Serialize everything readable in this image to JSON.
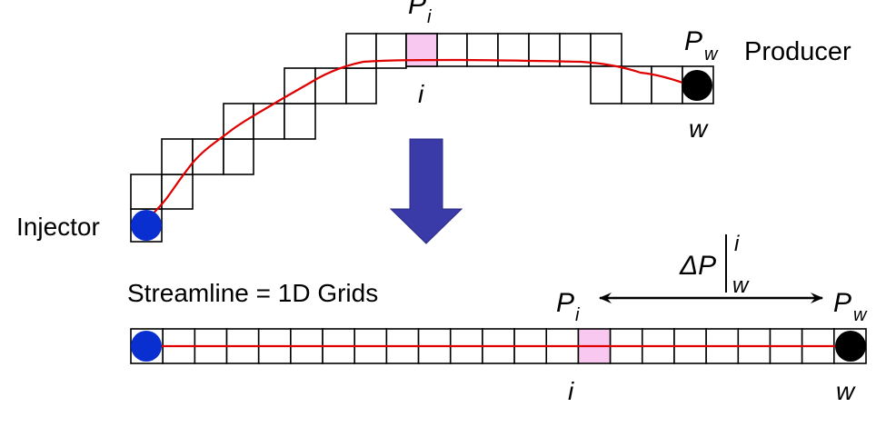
{
  "colors": {
    "grid_line": "#000000",
    "streamline": "#e00000",
    "injector": "#0a2fd0",
    "producer": "#000000",
    "highlight_cell": "#f8c8f0",
    "arrow": "#3a3aa8"
  },
  "top_diagram": {
    "label_producer": "Producer",
    "label_injector": "Injector",
    "cell_label": "i",
    "well_label": "w",
    "pressure_symbol": "P",
    "pressure_sub_cell": "i",
    "pressure_sub_well": "w"
  },
  "transform_arrow": {
    "icon": "down-arrow"
  },
  "bottom_diagram": {
    "caption": "Streamline = 1D Grids",
    "cell_label": "i",
    "well_label": "w",
    "pressure_symbol": "P",
    "pressure_sub_cell": "i",
    "pressure_sub_well": "w",
    "cell_count": 23,
    "highlighted_cell_index": 14,
    "delta": {
      "symbol": "ΔP",
      "upper": "i",
      "lower": "w"
    }
  }
}
